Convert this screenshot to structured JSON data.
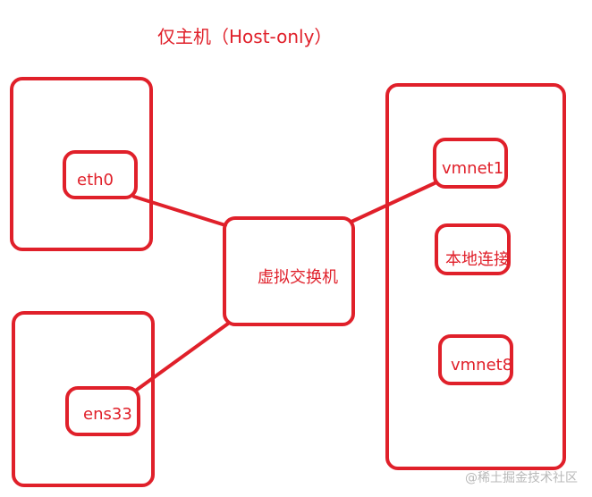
{
  "title": "仅主机（Host-only）",
  "hosts": [
    {
      "interface": "eth0"
    },
    {
      "interface": "ens33"
    }
  ],
  "switch_label": "虚拟交换机",
  "host_machine": {
    "interfaces": [
      "vmnet1",
      "本地连接",
      "vmnet8"
    ]
  },
  "watermark": "@稀土掘金技术社区",
  "colors": {
    "stroke": "#e0202a",
    "watermark": "#b8b8b8"
  }
}
